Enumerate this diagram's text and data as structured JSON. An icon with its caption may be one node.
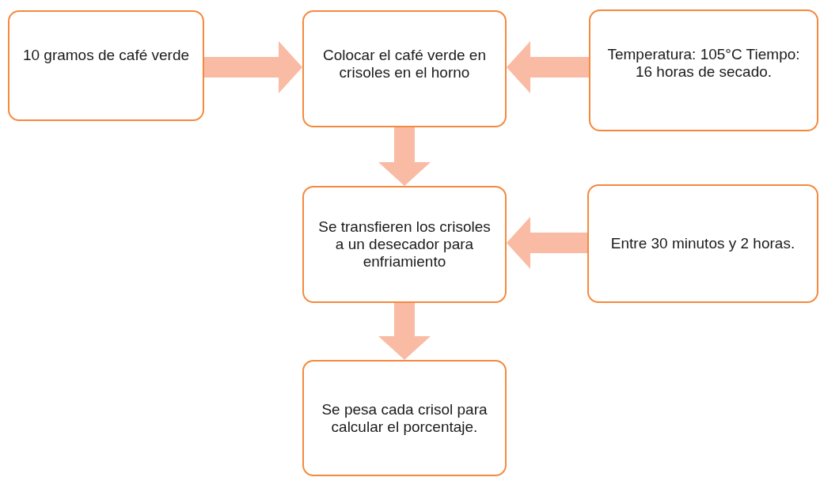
{
  "diagram": {
    "nodes": [
      {
        "text": [
          "10 gramos de café verde"
        ]
      },
      {
        "text": [
          "Colocar el café verde en crisoles en el horno"
        ]
      },
      {
        "text": [
          "Temperatura: 105°C Tiempo: 16 horas de secado."
        ]
      },
      {
        "text": [
          "Se transfieren los crisoles a un desecador para enfriamiento"
        ]
      },
      {
        "text": [
          "Entre 30 minutos y 2 horas."
        ]
      },
      {
        "text": [
          "Se pesa cada crisol para calcular el porcentaje."
        ]
      }
    ],
    "edges": [
      {
        "from": 0,
        "to": 1,
        "arrow": "to"
      },
      {
        "from": 2,
        "to": 1,
        "arrow": "to"
      },
      {
        "from": 1,
        "to": 3,
        "arrow": "to"
      },
      {
        "from": 4,
        "to": 3,
        "arrow": "to"
      },
      {
        "from": 3,
        "to": 5,
        "arrow": "to"
      }
    ]
  }
}
